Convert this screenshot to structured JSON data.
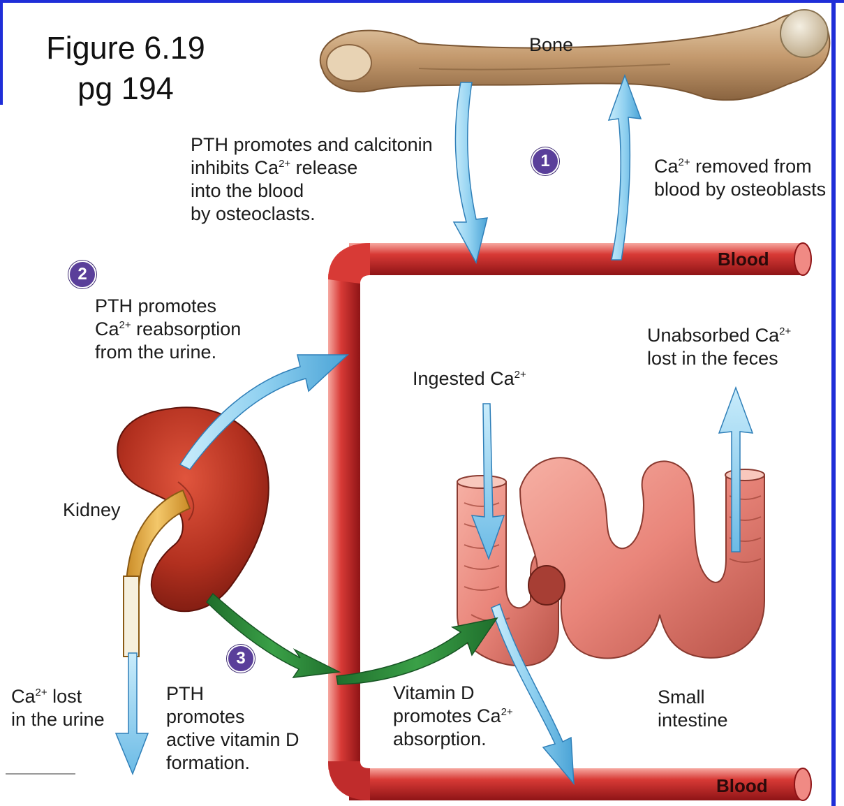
{
  "figure": {
    "line1": "Figure 6.19",
    "line2": "pg 194"
  },
  "labels": {
    "bone": "Bone",
    "blood_top": "Blood",
    "blood_bottom": "Blood",
    "kidney": "Kidney",
    "small_intestine_1": "Small",
    "small_intestine_2": "intestine"
  },
  "steps": {
    "one": "1",
    "two": "2",
    "three": "3"
  },
  "texts": {
    "pth_bone": {
      "l1": "PTH promotes and calcitonin",
      "l2_pre": "inhibits Ca",
      "l2_sup": "2+",
      "l2_post": " release",
      "l3": "into the blood",
      "l4": "by osteoclasts."
    },
    "osteoblasts": {
      "l1_pre": "Ca",
      "l1_sup": "2+",
      "l1_post": " removed from",
      "l2": "blood by osteoblasts"
    },
    "reabsorption": {
      "l1": "PTH promotes",
      "l2_pre": "Ca",
      "l2_sup": "2+",
      "l2_post": " reabsorption",
      "l3": "from the urine."
    },
    "ingested": {
      "pre": "Ingested Ca",
      "sup": "2+"
    },
    "unabsorbed": {
      "l1_pre": "Unabsorbed Ca",
      "l1_sup": "2+",
      "l2": "lost in the feces"
    },
    "urine_loss": {
      "l1_pre": "Ca",
      "l1_sup": "2+",
      "l1_post": " lost",
      "l2": "in the urine"
    },
    "vitd_form": {
      "l1": "PTH",
      "l2": "promotes",
      "l3": "active vitamin D",
      "l4": "formation."
    },
    "vitd_abs": {
      "l1": "Vitamin D",
      "l2_pre": "promotes Ca",
      "l2_sup": "2+",
      "l3": "absorption."
    }
  },
  "colors": {
    "blood": "#c8282a",
    "blood_dark": "#8e1416",
    "blood_light": "#f08a84",
    "arrow_blue": "#8fd0f0",
    "arrow_blue_dark": "#4aa3d6",
    "arrow_green": "#2e8a3a",
    "bone": "#c9a27a",
    "kidney": "#b2301f",
    "ureter": "#e0a93c",
    "intestine": "#e9857a",
    "step_badge": "#5a3f9a"
  }
}
